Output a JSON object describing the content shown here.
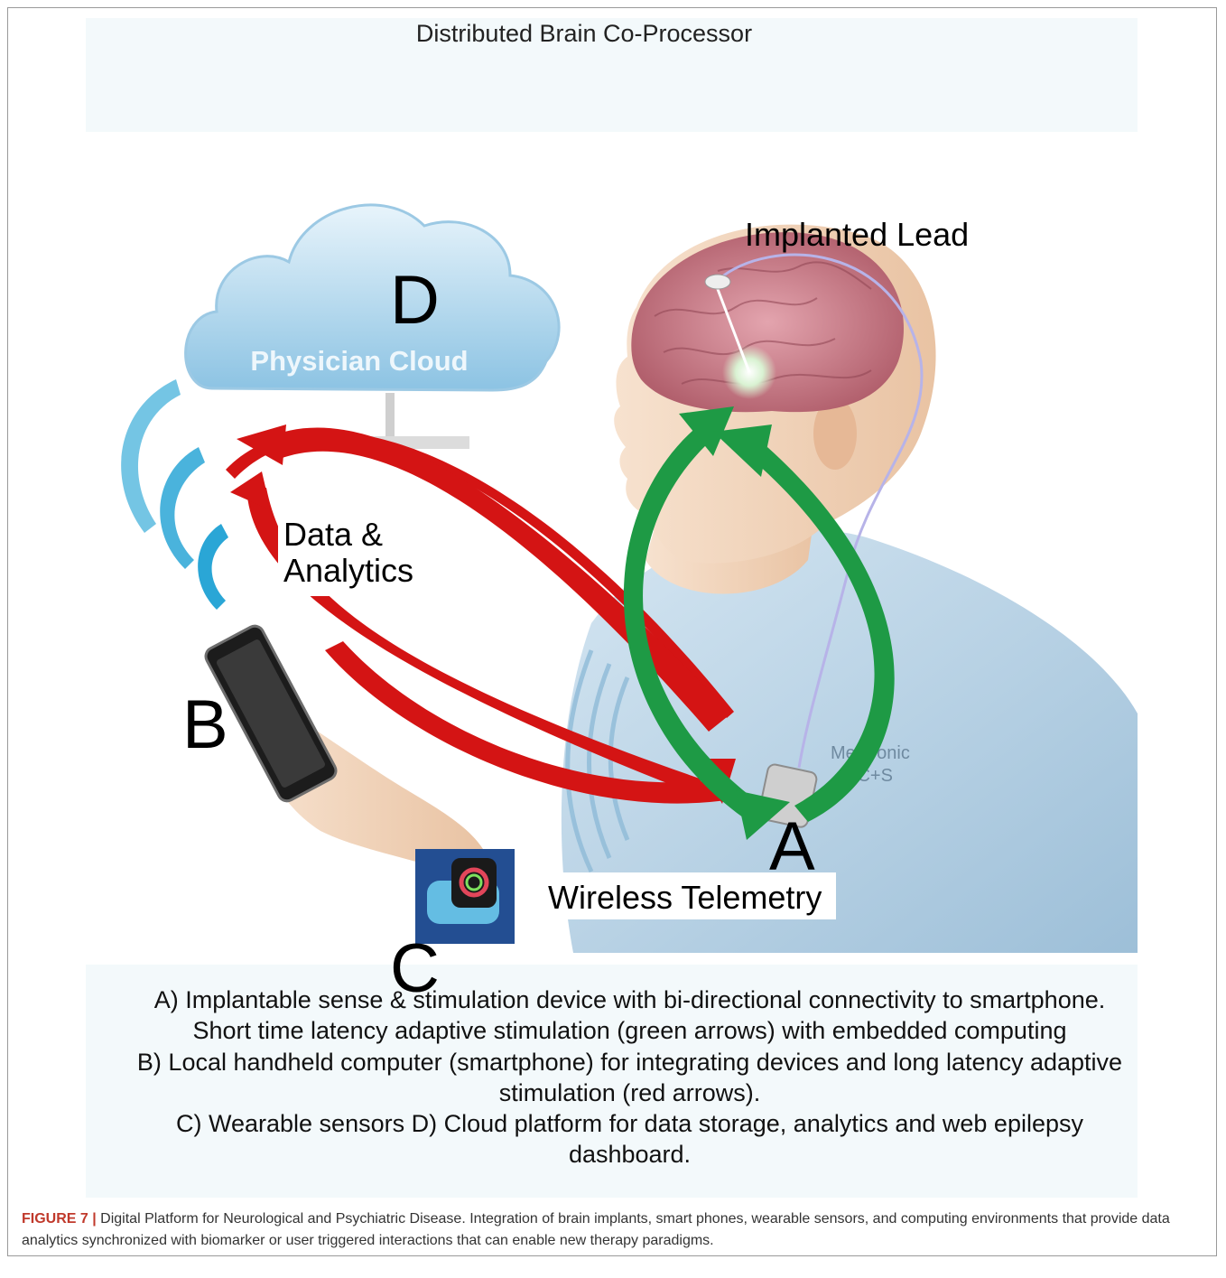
{
  "figure": {
    "title": "Distributed Brain Co-Processor",
    "labels": {
      "cloud_letter": "D",
      "cloud_name": "Physician Cloud",
      "implanted_lead": "Implanted Lead",
      "data_analytics_line1": "Data &",
      "data_analytics_line2": "Analytics",
      "phone_letter": "B",
      "device_letter": "A",
      "wireless": "Wireless Telemetry",
      "watch_letter": "C",
      "device_brand_1": "Medtronic",
      "device_brand_2": "RC+S"
    },
    "description": [
      "A) Implantable sense & stimulation device with bi-directional connectivity to smartphone. Short time latency adaptive stimulation (green arrows) with embedded computing",
      "B) Local handheld computer (smartphone) for integrating devices and long latency adaptive stimulation (red arrows).",
      "C) Wearable sensors D) Cloud platform for data storage, analytics and web epilepsy dashboard."
    ],
    "caption_label": "FIGURE 7 |",
    "caption_text": " Digital Platform for Neurological and Psychiatric Disease. Integration of brain implants, smart phones, wearable sensors, and computing environments that provide data analytics synchronized with biomarker or user triggered interactions that can enable new therapy paradigms."
  },
  "colors": {
    "green_arrow": "#1e9a45",
    "red_arrow": "#d41414",
    "cloud": "#a9d3ec",
    "wifi": "#2aa6d6",
    "shirt": "#b3cfe3",
    "skin": "#f1d3b8",
    "brain": "#c97a86"
  }
}
